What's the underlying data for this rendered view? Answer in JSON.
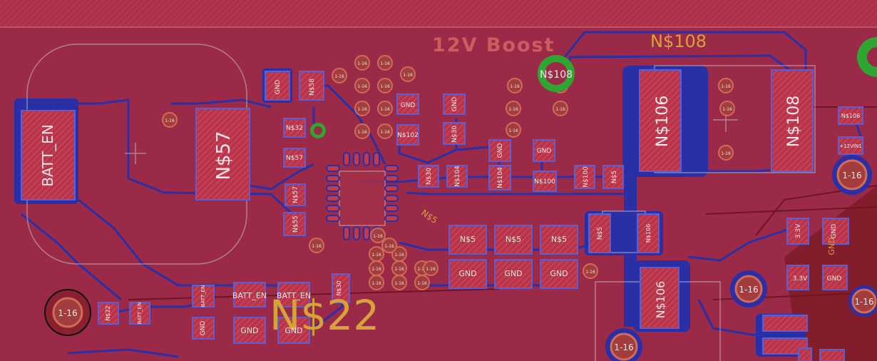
{
  "board": {
    "colors": {
      "copper": "#9a2a48",
      "pad": "#c03a4a",
      "via_ring": "#d36b5a",
      "trace": "#2b2fa6",
      "silk": "#c7c7c7",
      "name": "#d6a23a",
      "label": "#f0e8e8"
    },
    "title": "12V Boost",
    "net_labels": {
      "top_right": "N$108",
      "big_bottom": "N$22",
      "diagonal": "N$5"
    },
    "components": {
      "batt_en_block": "BATT_EN",
      "n57_block": "N$57",
      "n106_block": "N$106",
      "n108_block": "N$108",
      "n106_bottom": "N$106",
      "green_via": "N$108"
    },
    "small_pads": {
      "gnd_a": "GND",
      "n58": "N$58",
      "n32": "N$32",
      "n57": "N$57",
      "n57b": "N$57",
      "n55": "N$55",
      "gnd_b": "GND",
      "n102": "N$102",
      "n30": "N$30",
      "gnd_c": "GND",
      "n30b": "N$30",
      "n104": "N$104",
      "n104b": "N$104",
      "gnd_d": "GND",
      "n100": "N$100",
      "n100b": "N$100",
      "n5a": "N$5",
      "n5b": "N$5",
      "n5c": "N$5",
      "n5d": "N$5",
      "n5e": "N$5",
      "gnd_e": "GND",
      "gnd_f": "GND",
      "gnd_g": "GND",
      "n106s": "N$106",
      "n106r": "N$106",
      "v12": "+12VIN1",
      "v33a": "3.3V",
      "gnd_h": "GND",
      "gnd_v": "GND",
      "v33b": "3.3V",
      "gnd_i": "GND",
      "n22": "N$22",
      "batt_en_v": "BATT_EN",
      "batt_en_a": "BATT_EN",
      "gnd_j": "GND",
      "batt_en_b": "BATT_EN",
      "gnd_k": "GND",
      "batt_en_c": "BATT_EN",
      "gnd_l": "GND",
      "n30c": "N$30"
    },
    "via_label": "1-16"
  }
}
